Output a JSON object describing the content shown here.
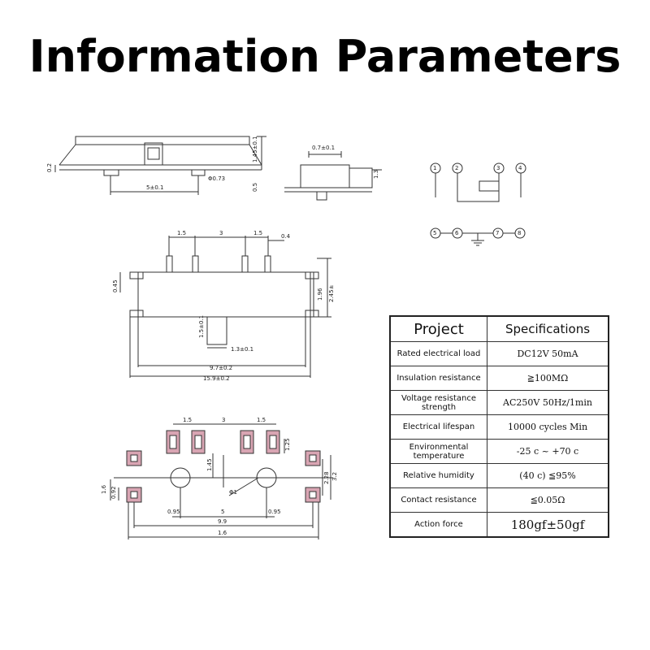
{
  "title": "Information Parameters",
  "icons": {
    "ground": "ground-icon"
  },
  "drawings": {
    "side_view": {
      "dims": [
        "0.2",
        "5±0.1",
        "Φ0.73",
        "1.45±0.1",
        "0.5"
      ]
    },
    "end_view": {
      "dims": [
        "0.7±0.1",
        "1.3"
      ]
    },
    "circuit": {
      "top_pins": [
        "1",
        "2",
        "3",
        "4"
      ],
      "bottom_pins": [
        "5",
        "6",
        "7",
        "8"
      ]
    },
    "top_view": {
      "dims": [
        "1.5",
        "3",
        "1.5",
        "0.4",
        "0.45",
        "1.96",
        "2.45±",
        "1.5±0.1",
        "1.3±0.1",
        "9.7±0.2",
        "15.9±0.2"
      ]
    },
    "footprint": {
      "dims": [
        "1.5",
        "3",
        "1.5",
        "1.25",
        "1.45",
        "2.28",
        "3.2",
        "1.6",
        "0.92",
        "Φ1",
        "0.95",
        "5",
        "0.95",
        "9.9",
        "1.6"
      ]
    }
  },
  "table": {
    "header": [
      "Project",
      "Specifications"
    ],
    "rows": [
      [
        "Rated electrical load",
        "DC12V 50mA"
      ],
      [
        "Insulation resistance",
        "≧100MΩ"
      ],
      [
        "Voltage resistance strength",
        "AC250V  50Hz/1min"
      ],
      [
        "Electrical lifespan",
        "10000 cycles Min"
      ],
      [
        "Environmental temperature",
        "-25 c ~ +70 c"
      ],
      [
        "Relative humidity",
        "(40 c) ≦95%"
      ],
      [
        "Contact resistance",
        "≦0.05Ω"
      ],
      [
        "Action force",
        "180gf±50gf"
      ]
    ]
  }
}
